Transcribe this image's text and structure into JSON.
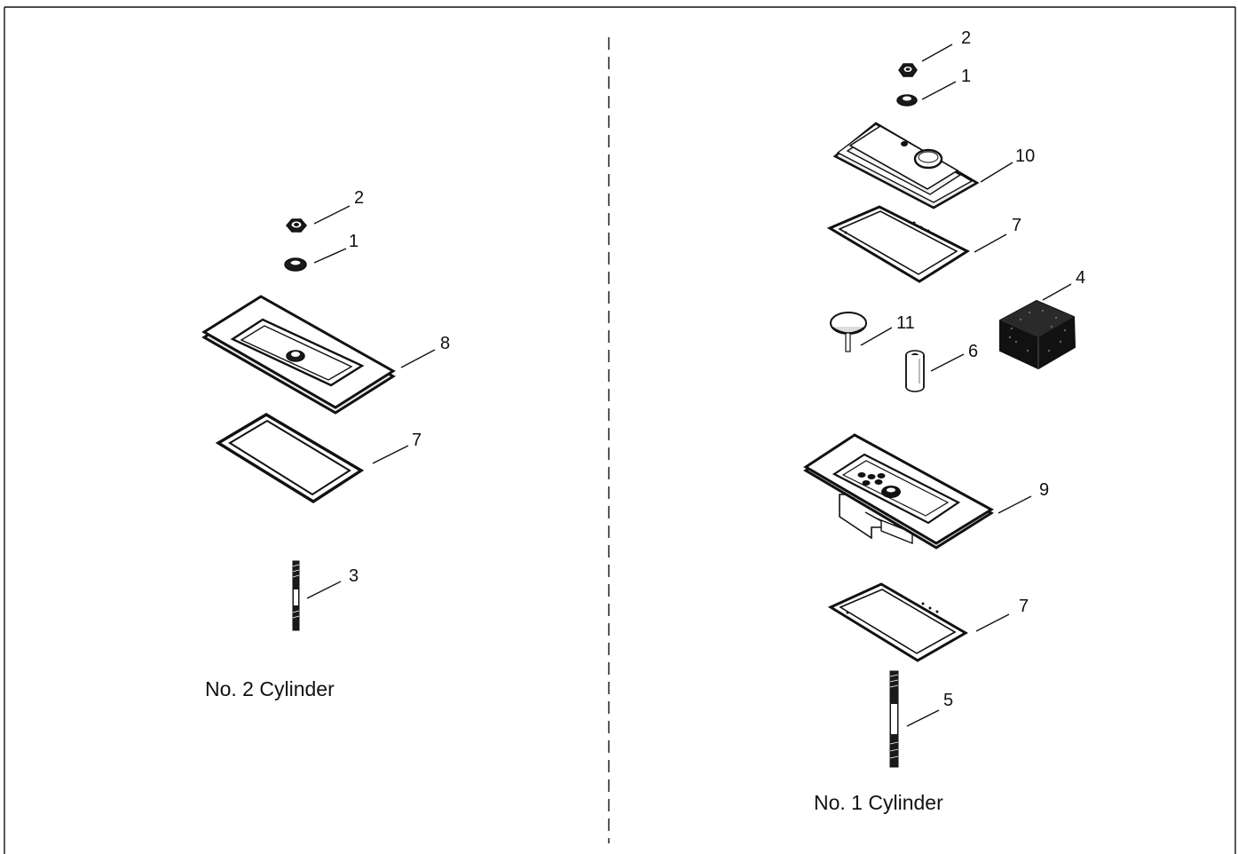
{
  "captions": {
    "left": "No. 2 Cylinder",
    "right": "No. 1 Cylinder"
  },
  "callouts": {
    "left_nut": "2",
    "left_washer": "1",
    "left_cover": "8",
    "left_gasket": "7",
    "left_stud": "3",
    "right_nut": "2",
    "right_washer": "1",
    "right_cover": "10",
    "right_gasket_upper": "7",
    "right_filter": "4",
    "right_valve": "11",
    "right_spacer": "6",
    "right_plate": "9",
    "right_gasket_lower": "7",
    "right_stud": "5"
  }
}
